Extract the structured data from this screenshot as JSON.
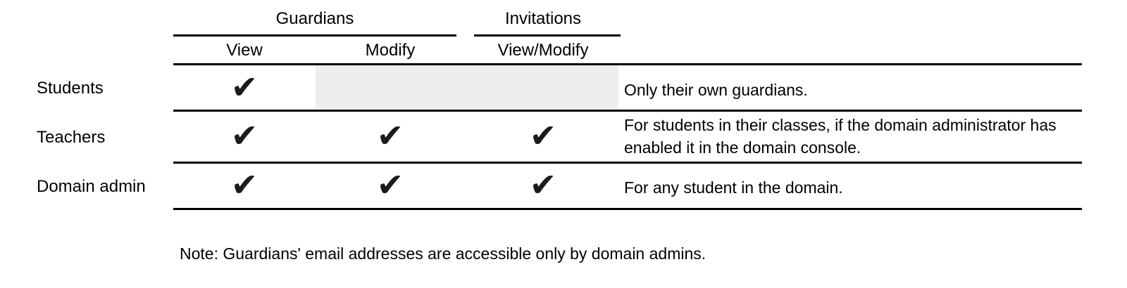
{
  "table": {
    "column_groups": [
      {
        "label": "Guardians",
        "columns": [
          "View",
          "Modify"
        ]
      },
      {
        "label": "Invitations",
        "columns": [
          "View/Modify"
        ]
      }
    ],
    "sub_headers": [
      "View",
      "Modify",
      "View/Modify"
    ],
    "rows": [
      {
        "label": "Students",
        "view": true,
        "modify": false,
        "invitations_view_modify": false,
        "modify_and_invitations_shaded": true,
        "note": "Only their own guardians."
      },
      {
        "label": "Teachers",
        "view": true,
        "modify": true,
        "invitations_view_modify": true,
        "modify_and_invitations_shaded": false,
        "note": "For students in their classes, if the domain administrator has enabled it in the domain console."
      },
      {
        "label": "Domain admin",
        "view": true,
        "modify": true,
        "invitations_view_modify": true,
        "modify_and_invitations_shaded": false,
        "note": "For any student in the domain."
      }
    ]
  },
  "glyphs": {
    "check": "✔"
  },
  "footnote": "Note: Guardians' email addresses are accessible only by domain admins.",
  "colors": {
    "background": "#ffffff",
    "text": "#000000",
    "rule": "#000000",
    "checkmark": "#1b1b1b",
    "shaded_cell": "#eeeeee"
  }
}
